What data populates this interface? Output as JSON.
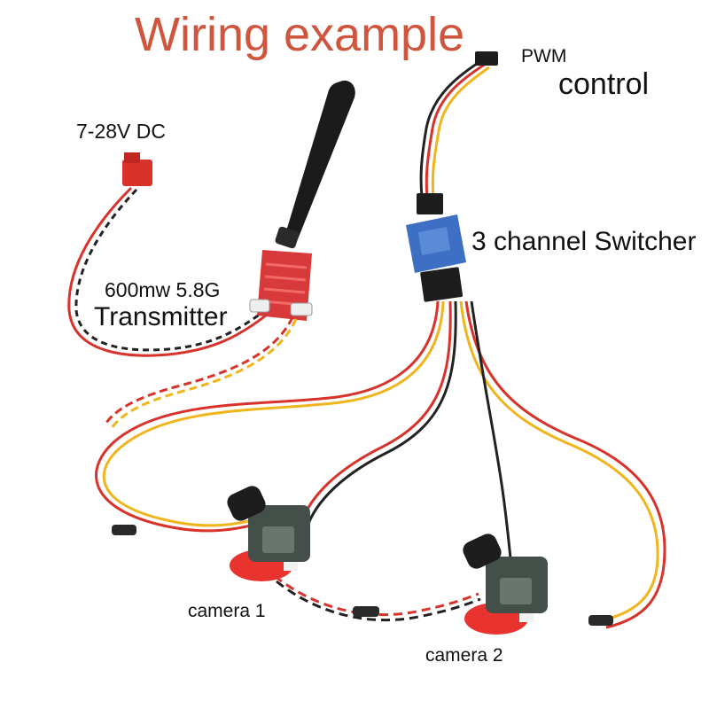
{
  "title": "Wiring example",
  "labels": {
    "pwm": "PWM",
    "control": "control",
    "power": "7-28V  DC",
    "transmitter_power": "600mw  5.8G",
    "transmitter": "Transmitter",
    "switcher": "3 channel  Switcher",
    "camera1": "camera  1",
    "camera2": "camera  2"
  },
  "colors": {
    "title": "#d0553d",
    "wire_red": "#d8322b",
    "wire_black": "#222222",
    "wire_yellow": "#f0b51d",
    "heatsink": "#d8393a",
    "switcher_board": "#3d6fc4",
    "camera_mount": "#e8332f"
  }
}
